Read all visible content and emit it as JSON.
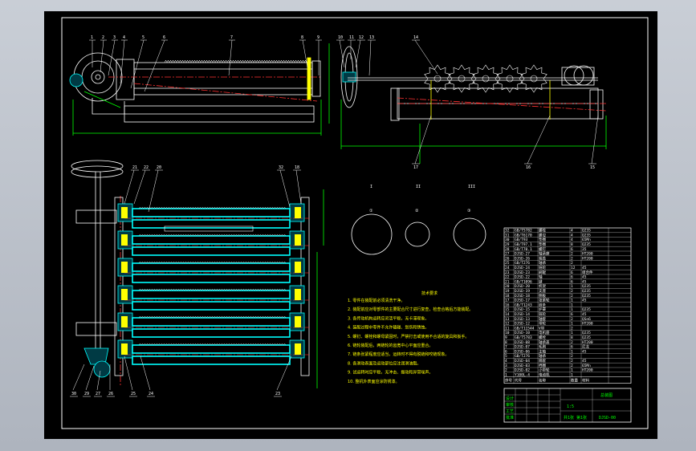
{
  "drawing": {
    "top_view_labels": [
      "1",
      "2",
      "3",
      "4",
      "5",
      "6",
      "7",
      "8",
      "9"
    ],
    "front_view_labels": [
      "10",
      "11",
      "12",
      "13",
      "14",
      "17",
      "16",
      "15"
    ],
    "plan_view_labels_top": [
      "21",
      "22",
      "20",
      "32",
      "18"
    ],
    "plan_view_labels_bottom": [
      "30",
      "29",
      "27",
      "26",
      "25",
      "24",
      "23"
    ],
    "section_labels": [
      "I",
      "II",
      "III"
    ],
    "circle_labels": [
      "①",
      "②",
      "③"
    ]
  },
  "notes": {
    "title": "技术要求",
    "lines": [
      "1. 零件在装配前必须清洗干净。",
      "2. 装配前应对零部件的主要配合尺寸进行复查，检查合格后方能装配。",
      "3. 各传动机构运转应灵活平稳，无卡滞现象。",
      "4. 装配过程中零件不允许磕碰、划伤和锈蚀。",
      "5. 螺钉、螺栓和螺母紧固时，严禁打击或使用不合适的旋具和扳手。",
      "6. 链轮装配后，两链轮的齿宽中心平面应重合。",
      "7. 链条张紧程度应适当，运转时不得有脱链和咬链现象。",
      "8. 各滑动表面及运动部位应注润滑油脂。",
      "9. 试运转时应平稳，无冲击、振动和异常噪声。",
      "10. 整机外表面应涂防锈漆。"
    ]
  },
  "bom": {
    "rows": [
      [
        "32",
        "GB/T5782",
        "螺栓",
        "4",
        "Q235"
      ],
      [
        "31",
        "GB/T6170",
        "螺母",
        "4",
        "Q235"
      ],
      [
        "30",
        "GB/T93",
        "垫圈",
        "4",
        "65Mn"
      ],
      [
        "29",
        "GB/T97.1",
        "垫圈",
        "8",
        "Q235"
      ],
      [
        "28",
        "GB/T70.1",
        "螺钉",
        "6",
        "35"
      ],
      [
        "27",
        "DJSD-27",
        "轴承座",
        "2",
        "HT200"
      ],
      [
        "26",
        "DJSD-26",
        "端盖",
        "2",
        "HT200"
      ],
      [
        "25",
        "GB/T276",
        "轴承",
        "2",
        ""
      ],
      [
        "24",
        "DJSD-24",
        "链轮",
        "12",
        "45"
      ],
      [
        "23",
        "DJSD-23",
        "刷辊",
        "6",
        "组合件"
      ],
      [
        "22",
        "DJSD-22",
        "轴",
        "6",
        "45"
      ],
      [
        "21",
        "GB/T1096",
        "键",
        "6",
        "45"
      ],
      [
        "20",
        "DJSD-20",
        "机架",
        "1",
        "Q235"
      ],
      [
        "19",
        "DJSD-19",
        "支座",
        "2",
        "Q235"
      ],
      [
        "18",
        "DJSD-18",
        "侧板",
        "2",
        "Q235"
      ],
      [
        "17",
        "DJSD-17",
        "张紧轮",
        "1",
        "45"
      ],
      [
        "16",
        "GB/T1243",
        "链条",
        "1",
        ""
      ],
      [
        "15",
        "DJSD-15",
        "护罩",
        "1",
        "Q235"
      ],
      [
        "14",
        "DJSD-14",
        "链轮",
        "6",
        "45"
      ],
      [
        "13",
        "DJSD-13",
        "轴套",
        "2",
        "QSn6"
      ],
      [
        "12",
        "DJSD-12",
        "带轮",
        "1",
        "HT200"
      ],
      [
        "11",
        "GB/T11544",
        "V带",
        "2",
        ""
      ],
      [
        "10",
        "DJSD-10",
        "电机座",
        "1",
        "Q235"
      ],
      [
        "9",
        "GB/T5783",
        "螺栓",
        "8",
        "Q235"
      ],
      [
        "8",
        "DJSD-08",
        "轴承盖",
        "2",
        "HT200"
      ],
      [
        "7",
        "DJSD-07",
        "毛刷",
        "6",
        "尼龙"
      ],
      [
        "6",
        "DJSD-06",
        "主轴",
        "1",
        "45"
      ],
      [
        "5",
        "GB/T276",
        "轴承",
        "2",
        ""
      ],
      [
        "4",
        "DJSD-04",
        "隔套",
        "2",
        "45"
      ],
      [
        "3",
        "DJSD-03",
        "挡圈",
        "2",
        "65Mn"
      ],
      [
        "2",
        "DJSD-02",
        "小带轮",
        "1",
        "HT200"
      ],
      [
        "1",
        "Y100L-4",
        "电动机",
        "1",
        ""
      ]
    ],
    "header": [
      "序号",
      "代号",
      "名称",
      "数量",
      "材料"
    ]
  },
  "title_block": {
    "drawing_name": "总装图",
    "drawing_no": "DJSD-00",
    "scale": "1:5",
    "sheet": "共1张 第1张",
    "labels": [
      "设计",
      "审核",
      "工艺",
      "批准"
    ]
  }
}
